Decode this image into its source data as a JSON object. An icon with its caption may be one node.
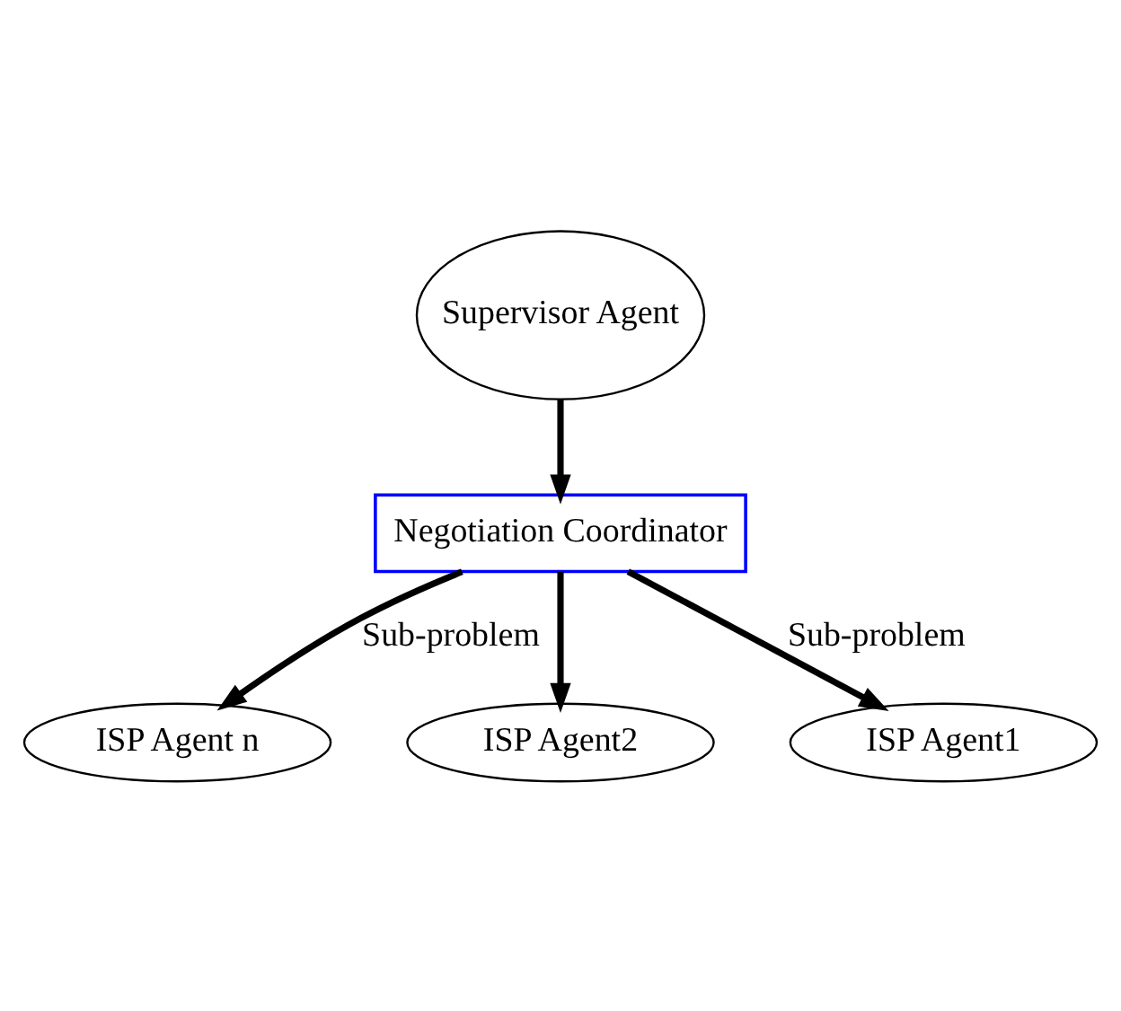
{
  "diagram": {
    "nodes": [
      {
        "text": [
          "Supervisor Agent"
        ]
      },
      {
        "text": [
          "Negotiation Coordinator"
        ]
      },
      {
        "text": [
          "ISP Agent n"
        ]
      },
      {
        "text": [
          "ISP Agent2"
        ]
      },
      {
        "text": [
          "ISP Agent1"
        ]
      }
    ],
    "edges": [
      {
        "from": 0,
        "to": 1,
        "arrow": "to"
      },
      {
        "from": 1,
        "to": 2,
        "arrow": "to",
        "label": "Sub-problem"
      },
      {
        "from": 1,
        "to": 3,
        "arrow": "to"
      },
      {
        "from": 1,
        "to": 4,
        "arrow": "to",
        "label": "Sub-problem"
      }
    ]
  }
}
